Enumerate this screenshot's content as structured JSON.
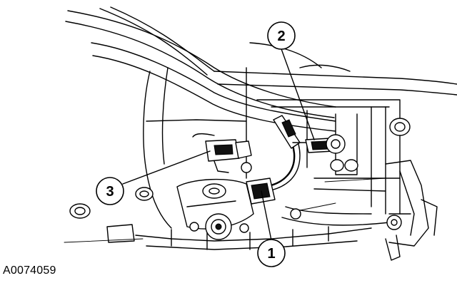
{
  "figure_id": "A0074059",
  "callouts": [
    {
      "label": "1"
    },
    {
      "label": "2"
    },
    {
      "label": "3"
    }
  ],
  "colors": {
    "line": "#000000",
    "background": "#ffffff"
  }
}
